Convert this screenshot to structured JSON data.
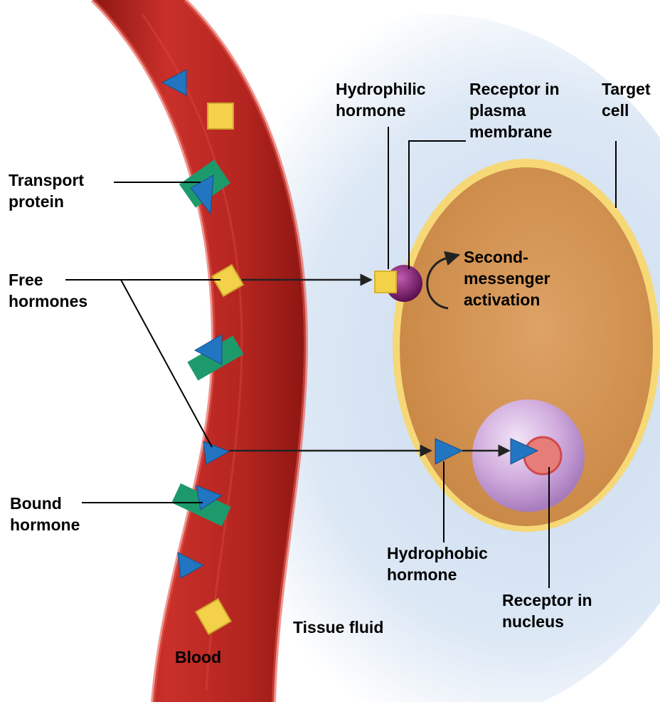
{
  "labels": {
    "transport_protein": [
      "Transport",
      "protein"
    ],
    "free_hormones": [
      "Free",
      "hormones"
    ],
    "bound_hormone": [
      "Bound",
      "hormone"
    ],
    "blood": "Blood",
    "tissue_fluid": "Tissue fluid",
    "hydrophilic_hormone": [
      "Hydrophilic",
      "hormone"
    ],
    "receptor_plasma_membrane": [
      "Receptor in",
      "plasma",
      "membrane"
    ],
    "target_cell": [
      "Target",
      "cell"
    ],
    "second_messenger": [
      "Second-",
      "messenger",
      "activation"
    ],
    "hydrophobic_hormone": [
      "Hydrophobic",
      "hormone"
    ],
    "receptor_nucleus": [
      "Receptor in",
      "nucleus"
    ]
  },
  "colors": {
    "blood_vessel": "#b8231f",
    "hydrophilic_hormone": "#f3d24a",
    "hydrophobic_hormone": "#1f6fb8",
    "transport_protein": "#1d9a6c",
    "cell_cytoplasm": "#d99a5a",
    "cell_membrane": "#f7dc7a",
    "nucleus": "#c9a6d6",
    "membrane_receptor": "#7a1e6e",
    "nuclear_receptor": "#e86a6a",
    "tissue_fluid": "#d6e4f3"
  }
}
